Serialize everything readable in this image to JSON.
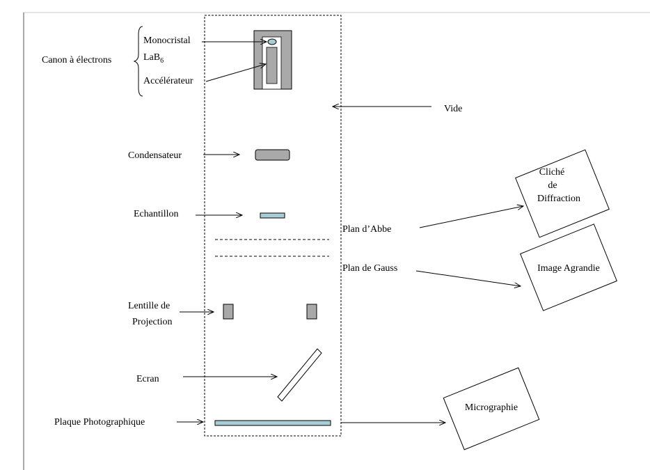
{
  "labels": {
    "canon": "Canon à électrons",
    "monocristal": "Monocristal",
    "lab": "LaB",
    "lab_sub": "6",
    "accelerateur": "Accélérateur",
    "vide": "Vide",
    "condensateur": "Condensateur",
    "echantillon": "Echantillon",
    "plan_abbe": "Plan d’Abbe",
    "plan_gauss": "Plan de Gauss",
    "lentille_1": "Lentille de",
    "lentille_2": "Projection",
    "ecran": "Ecran",
    "plaque": "Plaque Photographique"
  },
  "boxes": {
    "cliche_1": "Cliché",
    "cliche_2": "de",
    "cliche_3": "Diffraction",
    "image": "Image Agrandie",
    "micro": "Micrographie"
  },
  "colors": {
    "gray_fill": "#a9a9a9",
    "blue_fill": "#a9cdd4",
    "line": "#000000"
  }
}
